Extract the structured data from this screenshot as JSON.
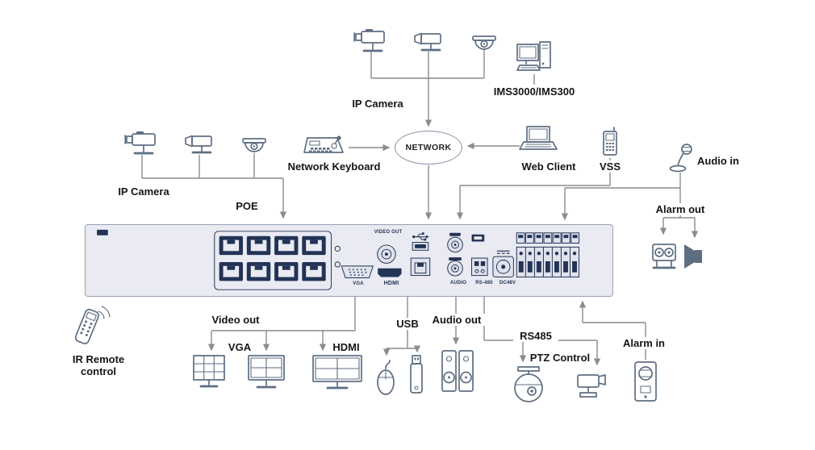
{
  "diagram": {
    "labels": {
      "ip_camera_top": "IP Camera",
      "ims": "IMS3000/IMS300",
      "network_keyboard": "Network Keyboard",
      "network": "NETWORK",
      "web_client": "Web Client",
      "vss": "VSS",
      "audio_in": "Audio in",
      "ip_camera_left": "IP Camera",
      "poe": "POE",
      "alarm_out": "Alarm out",
      "ir_remote": "IR Remote control",
      "video_out": "Video out",
      "vga": "VGA",
      "hdmi": "HDMI",
      "usb": "USB",
      "audio_out": "Audio out",
      "rs485": "RS485",
      "ptz_control": "PTZ Control",
      "alarm_in": "Alarm in"
    },
    "nvr_panel": {
      "video_out": "VIDEO OUT",
      "vga": "VGA",
      "hdmi": "HDMI",
      "audio": "AUDIO",
      "rs485": "RS-485",
      "dc48v": "DC48V"
    },
    "colors": {
      "wire": "#8c8c8c",
      "icon_stroke": "#5e6e82",
      "port_navy": "#223355",
      "panel_fill": "#e9eaf2",
      "panel_border": "#97a0b4"
    }
  }
}
